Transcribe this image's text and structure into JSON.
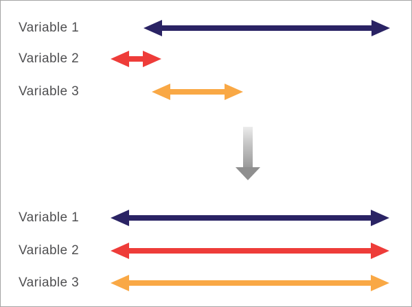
{
  "diagram": {
    "description_icon": "down-arrow-icon",
    "top_panel": {
      "rows": [
        {
          "label": "Variable 1",
          "color_key": "navy"
        },
        {
          "label": "Variable 2",
          "color_key": "red"
        },
        {
          "label": "Variable 3",
          "color_key": "orange"
        }
      ]
    },
    "bottom_panel": {
      "rows": [
        {
          "label": "Variable 1",
          "color_key": "navy"
        },
        {
          "label": "Variable 2",
          "color_key": "red"
        },
        {
          "label": "Variable 3",
          "color_key": "orange"
        }
      ]
    }
  },
  "colors": {
    "navy": "#2a2364",
    "red": "#ee3c39",
    "orange": "#f9a845",
    "label_text": "#4f4f51",
    "border": "#a3a3a3",
    "gray_arrow_light": "#ececec",
    "gray_arrow_dark": "#8f8f8f"
  }
}
